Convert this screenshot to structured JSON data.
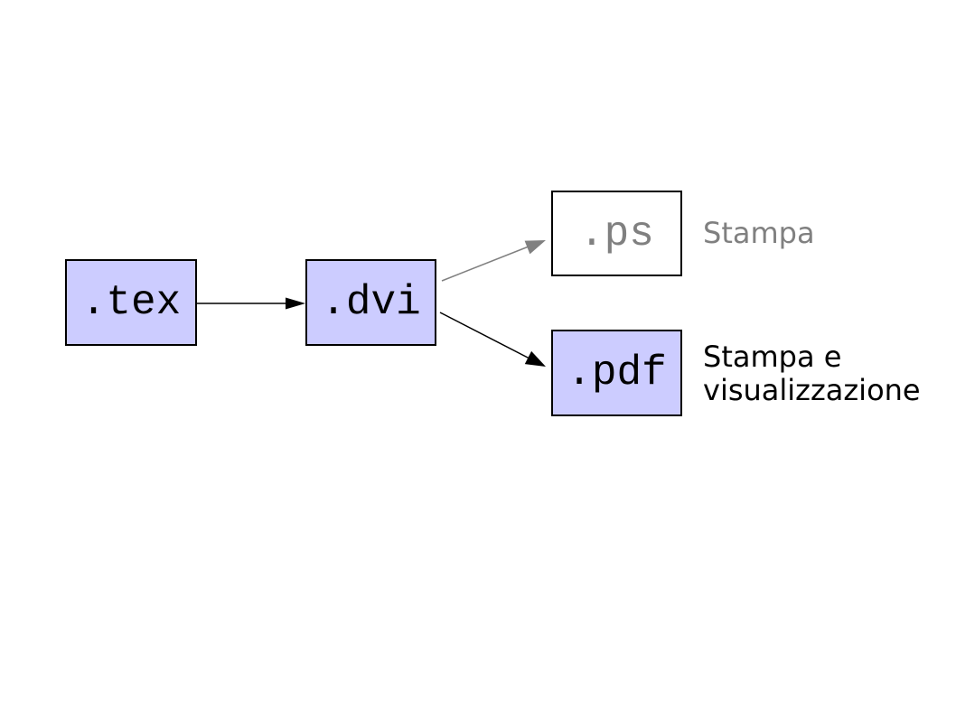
{
  "page": {
    "background": "#ffffff"
  },
  "diagram": {
    "nodes": [
      {
        "id": "tex",
        "label": ".tex",
        "fill": "#ccccff",
        "text_color": "#000000"
      },
      {
        "id": "dvi",
        "label": ".dvi",
        "fill": "#ccccff",
        "text_color": "#000000"
      },
      {
        "id": "ps",
        "label": ".ps",
        "fill": "#ffffff",
        "text_color": "#808080"
      },
      {
        "id": "pdf",
        "label": ".pdf",
        "fill": "#ccccff",
        "text_color": "#000000"
      }
    ],
    "edges": [
      {
        "from": "tex",
        "to": "dvi",
        "color": "#000000"
      },
      {
        "from": "dvi",
        "to": "ps",
        "color": "#808080"
      },
      {
        "from": "dvi",
        "to": "pdf",
        "color": "#000000"
      }
    ],
    "annotations": [
      {
        "node": "ps",
        "text": "Stampa",
        "color": "#808080"
      },
      {
        "node": "pdf",
        "text": "Stampa e visualizzazione",
        "color": "#000000"
      }
    ]
  }
}
